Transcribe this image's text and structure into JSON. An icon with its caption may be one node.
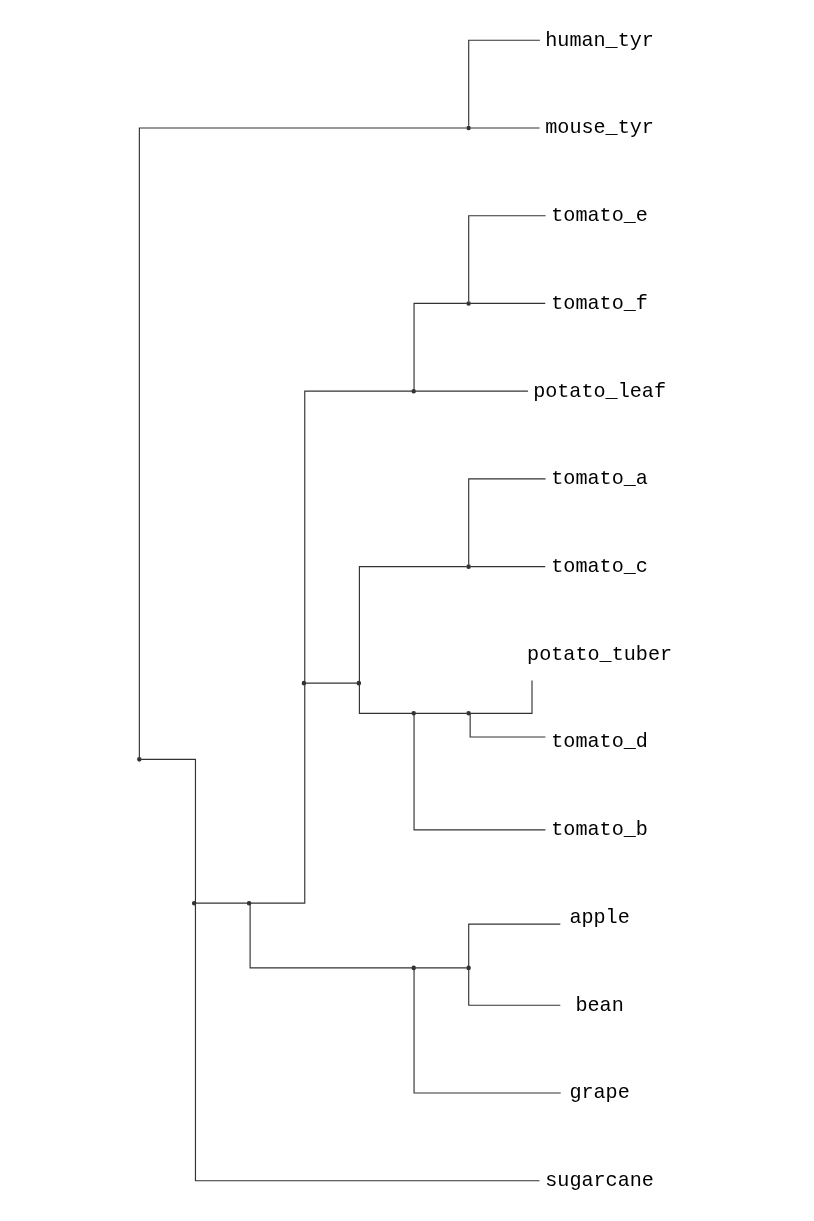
{
  "diagram": {
    "nodes": [
      {
        "text": [
          "human_tyr"
        ]
      },
      {
        "text": [
          "mouse_tyr"
        ]
      },
      {
        "text": [
          "tomato_e"
        ]
      },
      {
        "text": [
          "tomato_f"
        ]
      },
      {
        "text": [
          "potato_leaf"
        ]
      },
      {
        "text": [
          "tomato_a"
        ]
      },
      {
        "text": [
          "tomato_c"
        ]
      },
      {
        "text": [
          "potato_tuber"
        ]
      },
      {
        "text": [
          "tomato_d"
        ]
      },
      {
        "text": [
          "tomato_b"
        ]
      },
      {
        "text": [
          "apple"
        ]
      },
      {
        "text": [
          "bean"
        ]
      },
      {
        "text": [
          "grape"
        ]
      },
      {
        "text": [
          "sugarcane"
        ]
      },
      {
        "text": [],
        "shape": "point"
      },
      {
        "text": [],
        "shape": "point"
      },
      {
        "text": [],
        "shape": "point"
      },
      {
        "text": [],
        "shape": "point"
      },
      {
        "text": [],
        "shape": "point"
      },
      {
        "text": [],
        "shape": "point"
      },
      {
        "text": [],
        "shape": "point"
      },
      {
        "text": [],
        "shape": "point"
      },
      {
        "text": [],
        "shape": "point"
      },
      {
        "text": [],
        "shape": "point"
      },
      {
        "text": [],
        "shape": "point"
      },
      {
        "text": [],
        "shape": "point"
      },
      {
        "text": [],
        "shape": "point"
      }
    ],
    "edges": [
      {
        "from": 14,
        "to": 22,
        "arrow": "none"
      },
      {
        "from": 14,
        "to": 15,
        "arrow": "none"
      },
      {
        "from": 22,
        "to": 0,
        "arrow": "none"
      },
      {
        "from": 22,
        "to": 1,
        "arrow": "none"
      },
      {
        "from": 15,
        "to": 16,
        "arrow": "none"
      },
      {
        "from": 15,
        "to": 13,
        "arrow": "none"
      },
      {
        "from": 16,
        "to": 19,
        "arrow": "none"
      },
      {
        "from": 16,
        "to": 17,
        "arrow": "none"
      },
      {
        "from": 19,
        "to": 24,
        "arrow": "none"
      },
      {
        "from": 19,
        "to": 20,
        "arrow": "none"
      },
      {
        "from": 24,
        "to": 26,
        "arrow": "none"
      },
      {
        "from": 24,
        "to": 4,
        "arrow": "none"
      },
      {
        "from": 26,
        "to": 2,
        "arrow": "none"
      },
      {
        "from": 26,
        "to": 3,
        "arrow": "none"
      },
      {
        "from": 20,
        "to": 25,
        "arrow": "none"
      },
      {
        "from": 20,
        "to": 21,
        "arrow": "none"
      },
      {
        "from": 25,
        "to": 5,
        "arrow": "none"
      },
      {
        "from": 25,
        "to": 6,
        "arrow": "none"
      },
      {
        "from": 21,
        "to": 23,
        "arrow": "none"
      },
      {
        "from": 21,
        "to": 9,
        "arrow": "none"
      },
      {
        "from": 23,
        "to": 7,
        "arrow": "none"
      },
      {
        "from": 23,
        "to": 8,
        "arrow": "none"
      },
      {
        "from": 17,
        "to": 18,
        "arrow": "none"
      },
      {
        "from": 17,
        "to": 12,
        "arrow": "none"
      },
      {
        "from": 18,
        "to": 10,
        "arrow": "none"
      },
      {
        "from": 18,
        "to": 11,
        "arrow": "none"
      }
    ]
  }
}
